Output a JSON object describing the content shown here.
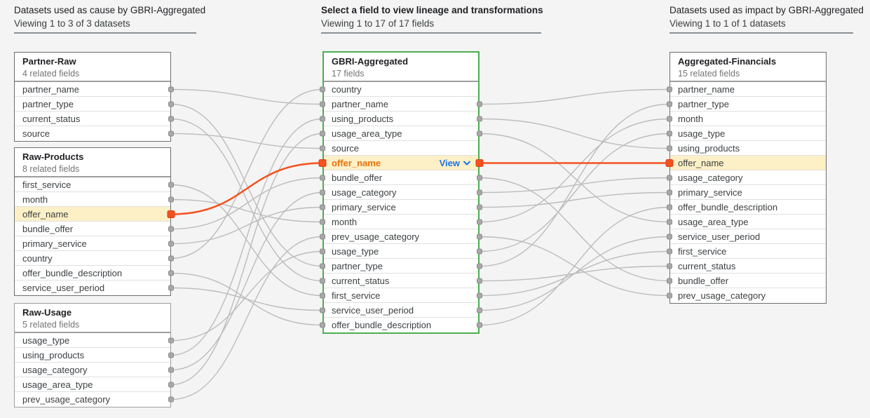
{
  "colors": {
    "accent_orange": "#f4511e",
    "selected_text_orange": "#e8710a",
    "focus_green": "#4caf50",
    "link_blue": "#1a73e8",
    "highlight_yellow": "#fdf0c6",
    "edge_gray": "#bcbcbc",
    "dot_gray": "#a8a8a8"
  },
  "headers": {
    "cause": {
      "title": "Datasets used as cause by GBRI-Aggregated",
      "viewing": "Viewing 1 to 3 of 3 datasets"
    },
    "center": {
      "title": "Select a field to view lineage and transformations",
      "viewing": "Viewing 1 to 17 of 17 fields"
    },
    "impact": {
      "title": "Datasets used as impact by GBRI-Aggregated",
      "viewing": "Viewing 1 to 1 of 1 datasets"
    }
  },
  "selected_field": {
    "name": "offer_name",
    "action_label": "View",
    "action_icon": "chevron-down-icon"
  },
  "left_datasets": [
    {
      "name": "Partner-Raw",
      "subtitle": "4 related fields",
      "fields": [
        "partner_name",
        "partner_type",
        "current_status",
        "source"
      ]
    },
    {
      "name": "Raw-Products",
      "subtitle": "8 related fields",
      "fields": [
        "first_service",
        "month",
        "offer_name",
        "bundle_offer",
        "primary_service",
        "country",
        "offer_bundle_description",
        "service_user_period"
      ]
    },
    {
      "name": "Raw-Usage",
      "subtitle": "5 related fields",
      "fields": [
        "usage_type",
        "using_products",
        "usage_category",
        "usage_area_type",
        "prev_usage_category"
      ]
    }
  ],
  "center_dataset": {
    "name": "GBRI-Aggregated",
    "subtitle": "17 fields",
    "fields": [
      "country",
      "partner_name",
      "using_products",
      "usage_area_type",
      "source",
      "offer_name",
      "bundle_offer",
      "usage_category",
      "primary_service",
      "month",
      "prev_usage_category",
      "usage_type",
      "partner_type",
      "current_status",
      "first_service",
      "service_user_period",
      "offer_bundle_description"
    ]
  },
  "right_datasets": [
    {
      "name": "Aggregated-Financials",
      "subtitle": "15 related fields",
      "fields": [
        "partner_name",
        "partner_type",
        "month",
        "usage_type",
        "using_products",
        "offer_name",
        "usage_category",
        "primary_service",
        "offer_bundle_description",
        "usage_area_type",
        "service_user_period",
        "first_service",
        "current_status",
        "bundle_offer",
        "prev_usage_category"
      ]
    }
  ]
}
